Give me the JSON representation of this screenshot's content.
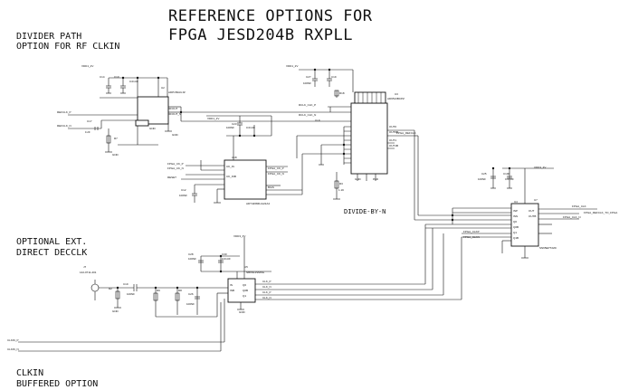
{
  "title": {
    "line1": "REFERENCE OPTIONS FOR",
    "line2": "FPGA JESD204B RXPLL"
  },
  "sections": {
    "divider_path": [
      "DIVIDER PATH",
      "OPTION FOR RF CLKIN"
    ],
    "ext_clk": [
      "OPTIONAL EXT.",
      "DIRECT DECCLK"
    ],
    "clkin_buffered": [
      "CLKIN",
      "BUFFERED OPTION"
    ]
  },
  "labels": {
    "divide_by_n": "DIVIDE-BY-N"
  }
}
